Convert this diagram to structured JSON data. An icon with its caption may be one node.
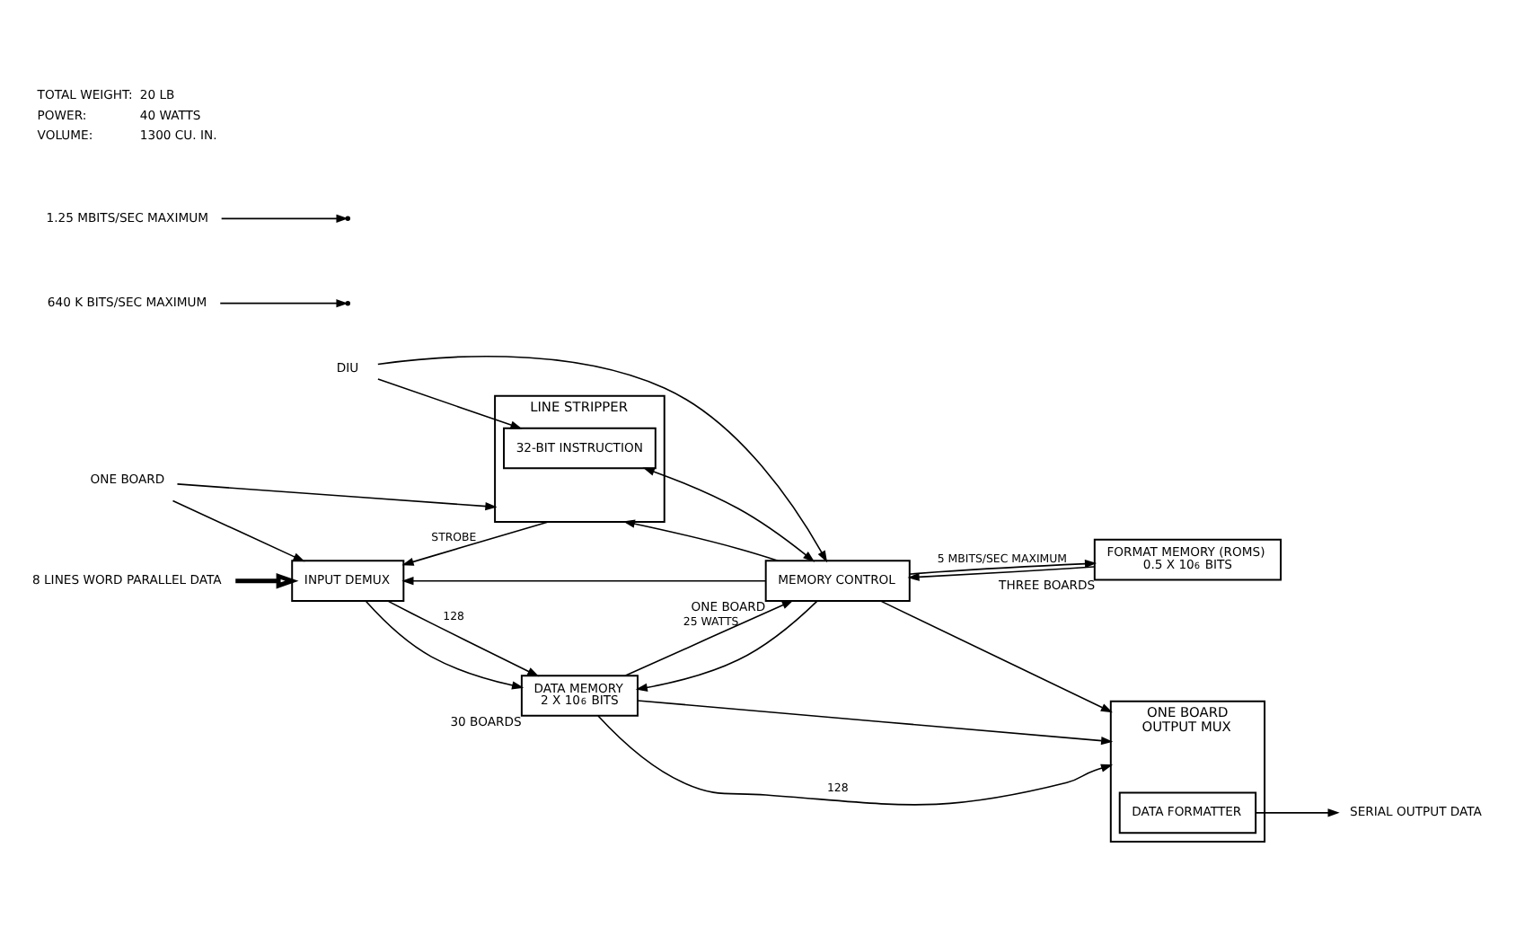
{
  "diagram": {
    "nodes": [
      {
        "text": [
          "8 LINES WORD PARALLEL DATA"
        ]
      },
      {
        "text": [
          "INPUT DEMUX"
        ]
      },
      {
        "text": [
          "DATA MEMORY",
          "2 X 10$^{6}$ BITS"
        ],
        "beside": [
          "30 BOARDS"
        ]
      },
      {
        "text": [
          "OUTPUT MUX"
        ],
        "beside": [
          "ONE BOARD"
        ]
      },
      {
        "text": [
          "DATA FORMATTER"
        ],
        "in": 3
      },
      {
        "text": [
          "SERIAL OUTPUT DATA"
        ]
      },
      {
        "text": [
          "LINE STRIPPER"
        ]
      },
      {
        "text": [
          "32-BIT INSTRUCTION"
        ],
        "in": 6
      },
      {
        "text": [
          "MEMORY CONTROL"
        ],
        "beside": [
          "ONE BOARD"
        ]
      },
      {
        "text": [
          "FORMAT MEMORY (ROMS)",
          "0.5 X 10$^{6}$ BITS"
        ],
        "beside": [
          "THREE BOARDS"
        ]
      },
      {
        "text": [
          "640 K BITS/SEC MAXIMUM"
        ]
      },
      {
        "text": [
          "1.25 MBITS/SEC MAXIMUM"
        ]
      },
      {
        "text": [
          "DIU"
        ]
      },
      {
        "text": [
          "ONE BOARD"
        ]
      }
    ],
    "edges": [
      {
        "from": 0,
        "to": 1,
        "arrow": "to",
        "style": "thick"
      },
      {
        "from": 1,
        "to": 2,
        "arrow": "to",
        "label": "128"
      },
      {
        "from": 1,
        "to": 2,
        "arrow": "to"
      },
      {
        "from": 10,
        "to": null,
        "arrow": "to"
      },
      {
        "from": 2,
        "to": 3,
        "arrow": "to",
        "label": "128"
      },
      {
        "from": 2,
        "to": 3,
        "arrow": "to"
      },
      {
        "from": 11,
        "to": null,
        "arrow": "to"
      },
      {
        "from": 13,
        "to": 1,
        "arrow": "to"
      },
      {
        "from": 13,
        "to": 6,
        "arrow": "to"
      },
      {
        "from": 2,
        "to": 8,
        "arrow": "to",
        "label": "25 WATTS"
      },
      {
        "from": 8,
        "to": 3,
        "arrow": "to"
      },
      {
        "from": 4,
        "to": 5,
        "arrow": "to"
      },
      {
        "from": 6,
        "to": 1,
        "arrow": "to",
        "label": "STROBE"
      },
      {
        "from": 8,
        "to": 6,
        "arrow": "to"
      },
      {
        "from": 8,
        "to": 1,
        "arrow": "to"
      },
      {
        "from": 7,
        "to": 8,
        "arrow": "both"
      },
      {
        "from": 12,
        "to": 7,
        "arrow": "to"
      },
      {
        "from": 12,
        "to": 8,
        "arrow": "to"
      },
      {
        "from": 8,
        "to": 2,
        "arrow": "to"
      },
      {
        "from": 8,
        "to": 9,
        "arrow": "to",
        "label": "5 MBITS/SEC MAXIMUM"
      },
      {
        "from": 9,
        "to": 8,
        "arrow": "to"
      }
    ],
    "labels": [
      "TOTAL WEIGHT:",
      "20 LB",
      "POWER:",
      "40 WATTS",
      "VOLUME:",
      "1300 CU. IN."
    ]
  }
}
